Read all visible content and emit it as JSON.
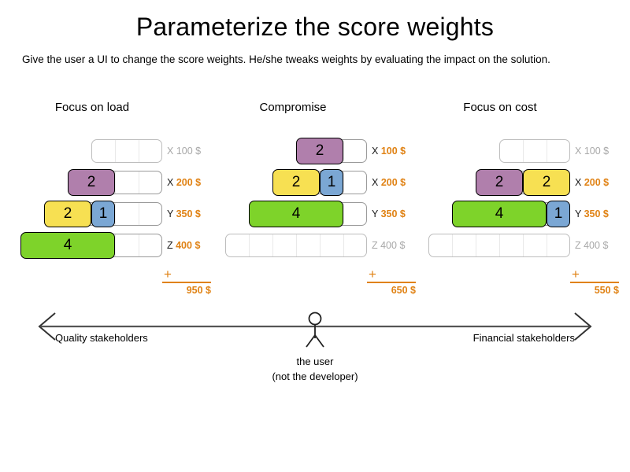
{
  "header": {
    "title": "Parameterize the score weights",
    "subtitle": "Give the user a UI to change the score weights. He/she tweaks weights by evaluating the impact on the solution."
  },
  "colors": {
    "purple": "#B07FAC",
    "yellow": "#F7E052",
    "blue": "#7BA7D4",
    "green": "#7ED32A",
    "orange": "#E08214",
    "track_border": "#9a9a9a",
    "track_border_empty": "#bdbdbd",
    "cell_divider": "#e9e9e9",
    "muted_text": "#a8a8a8"
  },
  "columns": [
    {
      "title": "Focus on load",
      "rows": [
        {
          "key": "X",
          "price": "100 $",
          "cells": 3,
          "empty": true,
          "segments": []
        },
        {
          "key": "X",
          "price": "200 $",
          "cells": 4,
          "empty": false,
          "segments": [
            {
              "value": "2",
              "units": 2,
              "color": "purple"
            }
          ]
        },
        {
          "key": "Y",
          "price": "350 $",
          "cells": 5,
          "empty": false,
          "segments": [
            {
              "value": "2",
              "units": 2,
              "color": "yellow"
            },
            {
              "value": "1",
              "units": 1,
              "color": "blue"
            }
          ]
        },
        {
          "key": "Z",
          "price": "400 $",
          "cells": 6,
          "empty": false,
          "segments": [
            {
              "value": "4",
              "units": 4,
              "color": "green"
            }
          ]
        }
      ],
      "total": {
        "plus": "+",
        "sum": "950 $"
      }
    },
    {
      "title": "Compromise",
      "rows": [
        {
          "key": "X",
          "price": "100 $",
          "cells": 3,
          "empty": false,
          "segments": [
            {
              "value": "2",
              "units": 2,
              "color": "purple"
            }
          ]
        },
        {
          "key": "X",
          "price": "200 $",
          "cells": 4,
          "empty": false,
          "segments": [
            {
              "value": "2",
              "units": 2,
              "color": "yellow"
            },
            {
              "value": "1",
              "units": 1,
              "color": "blue"
            }
          ]
        },
        {
          "key": "Y",
          "price": "350 $",
          "cells": 5,
          "empty": false,
          "segments": [
            {
              "value": "4",
              "units": 4,
              "color": "green"
            }
          ]
        },
        {
          "key": "Z",
          "price": "400 $",
          "cells": 6,
          "empty": true,
          "segments": []
        }
      ],
      "total": {
        "plus": "+",
        "sum": "650 $"
      }
    },
    {
      "title": "Focus on cost",
      "rows": [
        {
          "key": "X",
          "price": "100 $",
          "cells": 3,
          "empty": true,
          "segments": []
        },
        {
          "key": "X",
          "price": "200 $",
          "cells": 4,
          "empty": false,
          "segments": [
            {
              "value": "2",
              "units": 2,
              "color": "purple"
            },
            {
              "value": "2",
              "units": 2,
              "color": "yellow"
            }
          ]
        },
        {
          "key": "Y",
          "price": "350 $",
          "cells": 5,
          "empty": false,
          "segments": [
            {
              "value": "4",
              "units": 4,
              "color": "green"
            },
            {
              "value": "1",
              "units": 1,
              "color": "blue"
            }
          ]
        },
        {
          "key": "Z",
          "price": "400 $",
          "cells": 6,
          "empty": true,
          "segments": []
        }
      ],
      "total": {
        "plus": "+",
        "sum": "550 $"
      }
    }
  ],
  "axis": {
    "left_label": "Quality stakeholders",
    "right_label": "Financial stakeholders",
    "user_line1": "the user",
    "user_line2": "(not the developer)"
  }
}
